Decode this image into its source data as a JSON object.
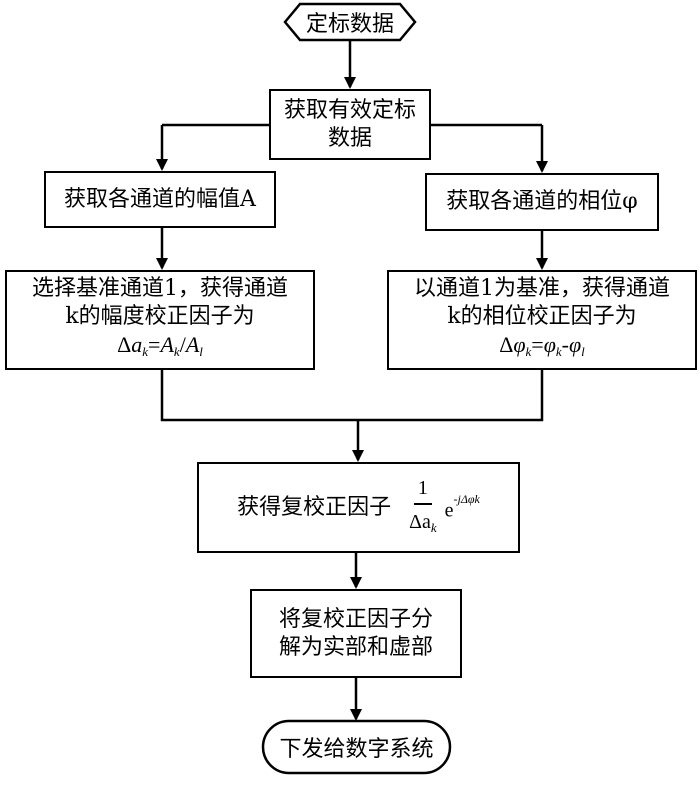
{
  "flowchart": {
    "start": "定标数据",
    "step_effective": [
      "获取有效定标",
      "数据"
    ],
    "amplitude": {
      "get": "获取各通道的幅值A",
      "correction_lines": [
        "选择基准通道1，获得通道",
        "k的幅度校正因子为"
      ],
      "formula": "Δa_k=A_k/A_1"
    },
    "phase": {
      "get": "获取各通道的相位φ",
      "correction_lines": [
        "以通道1为基准，获得通道",
        "k的相位校正因子为"
      ],
      "formula": "Δφ_k=φ_k-φ_1"
    },
    "complex_factor": {
      "label": "获得复校正因子",
      "numerator": "1",
      "denominator": "Δa",
      "denominator_sub": "k",
      "exp_base": "e",
      "exp_power": "-jΔφk"
    },
    "decompose": [
      "将复校正因子分",
      "解为实部和虚部"
    ],
    "end": "下发给数字系统"
  }
}
